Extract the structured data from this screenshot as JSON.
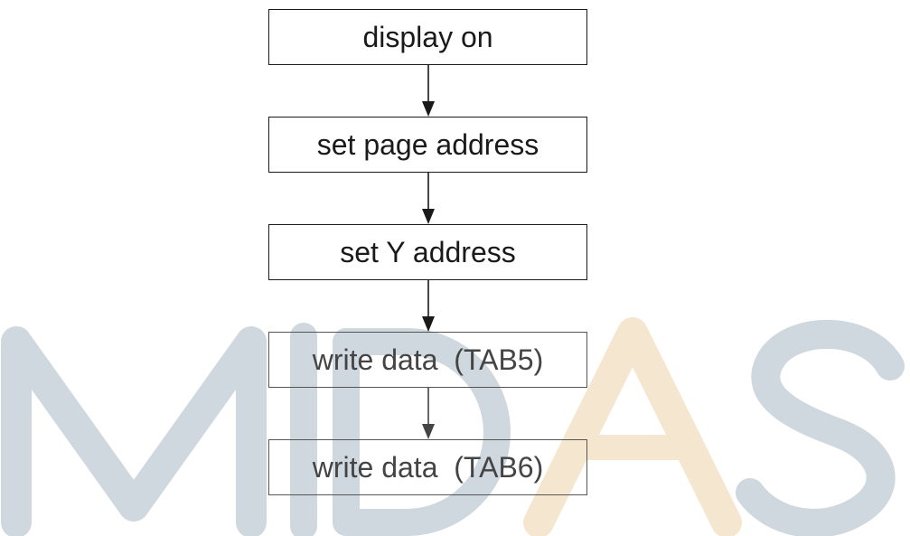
{
  "diagram": {
    "steps": [
      {
        "label": "display on"
      },
      {
        "label": "set page address"
      },
      {
        "label": "set Y address"
      },
      {
        "label": "write data  (TAB5)"
      },
      {
        "label": "write data  (TAB6)"
      }
    ]
  },
  "watermark": {
    "text": "MIDAS",
    "colors": {
      "main": "#cfd8df",
      "accent": "#f5e6cf"
    }
  }
}
